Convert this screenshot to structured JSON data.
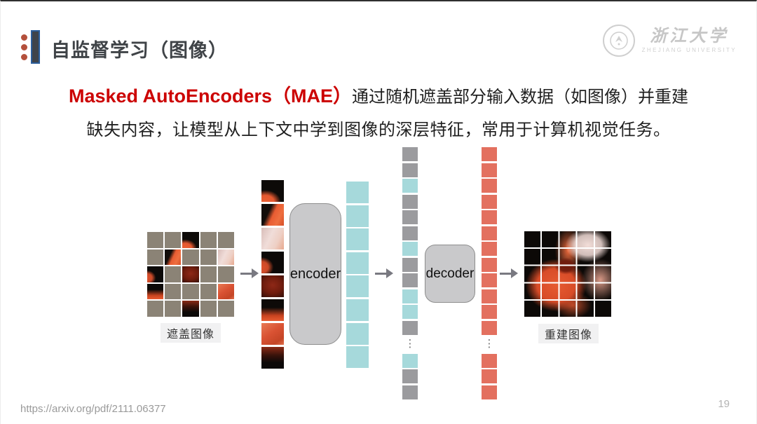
{
  "slide": {
    "title": "自监督学习（图像）",
    "page_number": "19",
    "source_url": "https://arxiv.org/pdf/2111.06377"
  },
  "logo": {
    "name_cn": "浙江大学",
    "name_en": "ZHEJIANG UNIVERSITY"
  },
  "intro": {
    "line1_red": "Masked AutoEncoders（MAE）",
    "line1_black": "通过随机遮盖部分输入数据（如图像）并重建",
    "line2": "缺失内容，让模型从上下文中学到图像的深层特征，常用于计算机视觉任务。",
    "highlight_color": "#cc0000"
  },
  "diagram": {
    "masked_image_label": "遮盖图像",
    "reconstructed_image_label": "重建图像",
    "encoder_label": "encoder",
    "decoder_label": "decoder",
    "ellipsis": "⋮",
    "masked_grid": [
      "m",
      "m",
      "v1",
      "m",
      "m",
      "m",
      "v2",
      "m",
      "m",
      "v3",
      "v4",
      "m",
      "v5",
      "m",
      "m",
      "v6",
      "m",
      "m",
      "m",
      "v7",
      "m",
      "m",
      "v8",
      "m",
      "m"
    ],
    "patch_strip": [
      "v1",
      "v2",
      "v3",
      "v4",
      "v5",
      "v6",
      "v7",
      "v8"
    ],
    "encoder_tokens": [
      "cyan",
      "cyan",
      "cyan",
      "cyan",
      "cyan",
      "cyan",
      "cyan",
      "cyan"
    ],
    "latent_top": [
      "gray",
      "gray",
      "cyan",
      "gray",
      "gray",
      "gray",
      "cyan",
      "gray",
      "gray",
      "cyan",
      "cyan",
      "gray"
    ],
    "latent_bottom": [
      "cyan",
      "gray",
      "gray"
    ],
    "decoder_top": [
      "red",
      "red",
      "red",
      "red",
      "red",
      "red",
      "red",
      "red",
      "red",
      "red",
      "red",
      "red"
    ],
    "decoder_bottom": [
      "red",
      "red",
      "red"
    ],
    "colors": {
      "masked": "#8b8376",
      "cyan": "#a6d9db",
      "gray": "#9b9b9e",
      "red": "#e3705f"
    }
  }
}
